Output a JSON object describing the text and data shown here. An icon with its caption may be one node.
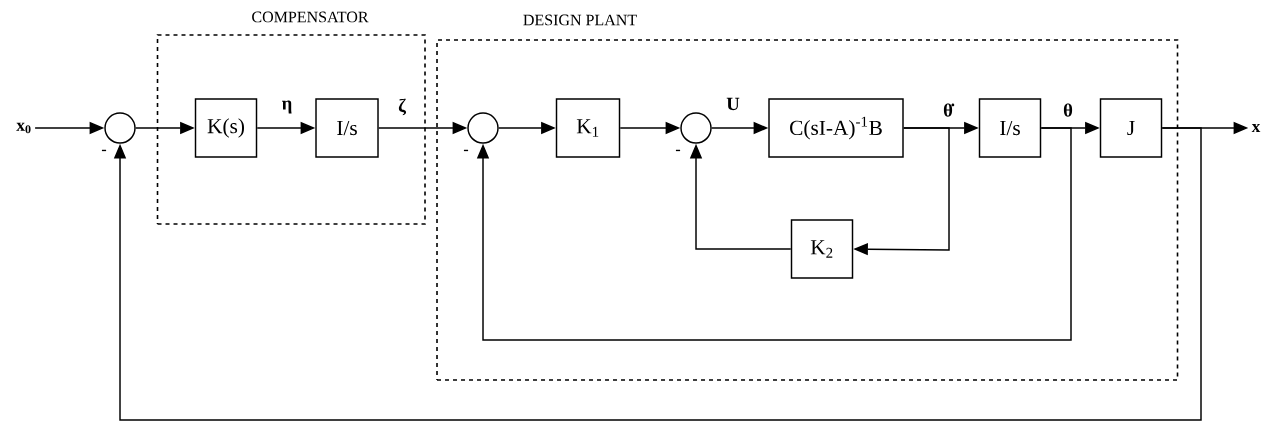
{
  "diagram": {
    "nodes": [
      {
        "text": [
          "COMPENSATOR"
        ]
      },
      {
        "text": [
          "DESIGN PLANT"
        ]
      },
      {
        "text": [
          "x$_{0}$"
        ]
      },
      {
        "text": [],
        "shape": "circle",
        "beside": [
          "-"
        ]
      },
      {
        "text": [
          "K(s)"
        ],
        "in": 0
      },
      {
        "text": [
          "I/s"
        ],
        "in": 0
      },
      {
        "text": [],
        "shape": "circle",
        "in": 1,
        "beside": [
          "-"
        ]
      },
      {
        "text": [
          "K$_{1}$"
        ],
        "in": 1
      },
      {
        "text": [],
        "shape": "circle",
        "in": 1,
        "beside": [
          "-"
        ]
      },
      {
        "text": [
          "C(sI-A)$^{-1}$B"
        ],
        "in": 1
      },
      {
        "text": [
          "I/s"
        ],
        "in": 1
      },
      {
        "text": [
          "J"
        ],
        "in": 1
      },
      {
        "text": [
          "K$_{2}$"
        ],
        "in": 1
      },
      {
        "text": [
          "x"
        ]
      }
    ],
    "edges": [
      {
        "from": 2,
        "to": 3,
        "arrow": "to"
      },
      {
        "from": 3,
        "to": 4,
        "arrow": "to"
      },
      {
        "from": 4,
        "to": 5,
        "arrow": "to",
        "label": "η"
      },
      {
        "from": 5,
        "to": 6,
        "arrow": "to",
        "label": "ζ"
      },
      {
        "from": 6,
        "to": 7,
        "arrow": "to"
      },
      {
        "from": 7,
        "to": 8,
        "arrow": "to"
      },
      {
        "from": 8,
        "to": 9,
        "arrow": "to",
        "label": "U"
      },
      {
        "from": 9,
        "to": 10,
        "arrow": "to",
        "label": "θ̇"
      },
      {
        "from": 10,
        "to": 11,
        "arrow": "to",
        "label": "θ"
      },
      {
        "from": 11,
        "to": 13,
        "arrow": "to"
      },
      {
        "from": 9,
        "to": 12,
        "arrow": "to"
      },
      {
        "from": 12,
        "to": 8,
        "arrow": "to"
      },
      {
        "from": 10,
        "to": 6,
        "arrow": "to"
      },
      {
        "from": 11,
        "to": 3,
        "arrow": "to"
      }
    ]
  }
}
